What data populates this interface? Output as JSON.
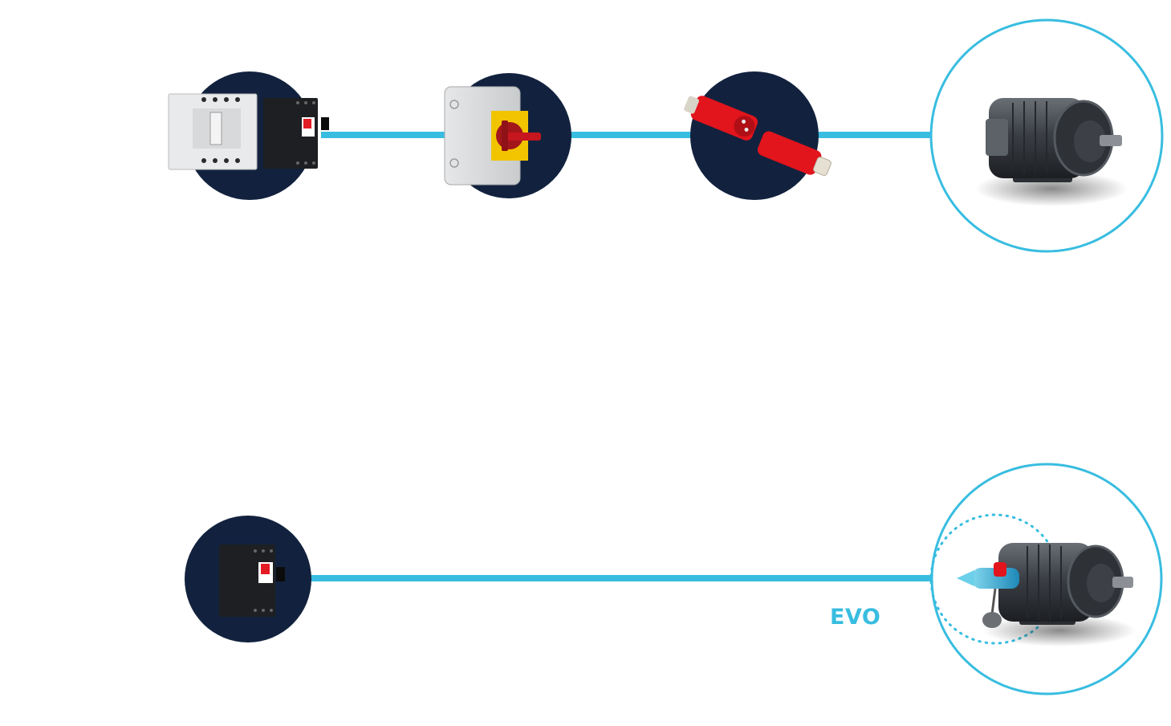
{
  "colors": {
    "line": "#38bde0",
    "node_fill": "#12223e",
    "ring": "#38bde0",
    "evo_text": "#38bde0"
  },
  "rows": [
    {
      "id": "conventional",
      "nodes": [
        {
          "icon": "circuit-breaker-pair-icon"
        },
        {
          "icon": "isolator-switch-icon"
        },
        {
          "icon": "industrial-plug-socket-icon"
        },
        {
          "icon": "electric-motor-icon"
        }
      ]
    },
    {
      "id": "evo",
      "label": "EVO",
      "nodes": [
        {
          "icon": "circuit-breaker-icon"
        },
        {
          "icon": "electric-motor-with-evo-connector-icon"
        }
      ]
    }
  ]
}
